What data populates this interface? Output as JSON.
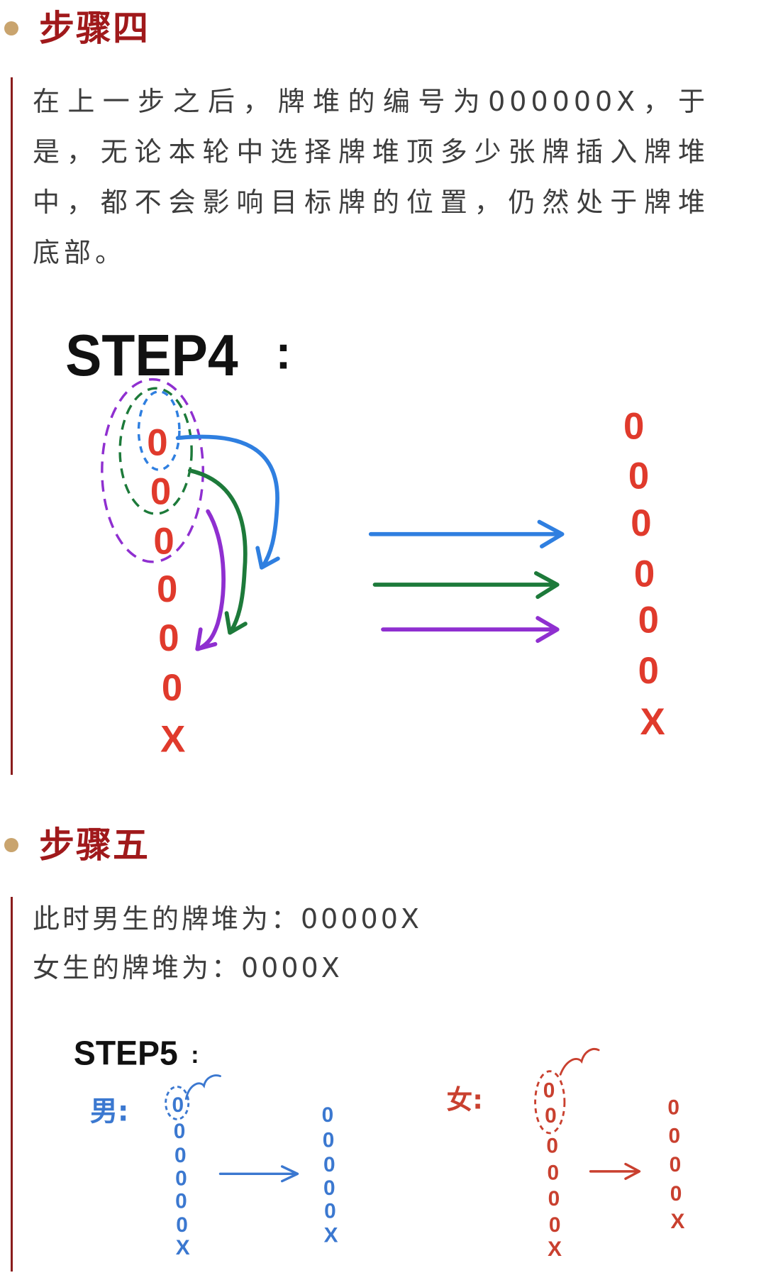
{
  "article": {
    "step4": {
      "heading": "步骤四",
      "lines": [
        "在上一步之后，牌堆的编号为000000X，于",
        "是，无论本轮中选择牌堆顶多少张牌插入牌堆",
        "中，都不会影响目标牌的位置，仍然处于牌堆",
        "底部。"
      ]
    },
    "step5": {
      "heading": "步骤五",
      "lines": [
        "此时男生的牌堆为：00000X",
        "女生的牌堆为：0000X"
      ]
    }
  },
  "figure_step4": {
    "title": "STEP4",
    "colon": ":",
    "left_stack": [
      "0",
      "0",
      "0",
      "0",
      "0",
      "0",
      "X"
    ],
    "right_stack": [
      "0",
      "0",
      "0",
      "0",
      "0",
      "0",
      "X"
    ]
  },
  "figure_step5": {
    "title": "STEP5",
    "colon": ":",
    "male_label": "男:",
    "female_label": "女:",
    "male_before": [
      "0",
      "0",
      "0",
      "0",
      "0",
      "0",
      "X"
    ],
    "male_after": [
      "0",
      "0",
      "0",
      "0",
      "0",
      "X"
    ],
    "female_before": [
      "0",
      "0",
      "0",
      "0",
      "0",
      "0",
      "X"
    ],
    "female_after": [
      "0",
      "0",
      "0",
      "0",
      "X"
    ]
  },
  "colors": {
    "heading": "#a0191b",
    "bullet": "#c9a46e",
    "rule": "#8a1c1c",
    "body_text": "#3d3d3d",
    "card_red": "#e03a2c",
    "arrow_blue": "#2f7fe0",
    "arrow_green": "#1d7a3a",
    "arrow_purple": "#8f2fd0",
    "male_blue": "#3b78d0",
    "female_red": "#c9402f"
  }
}
